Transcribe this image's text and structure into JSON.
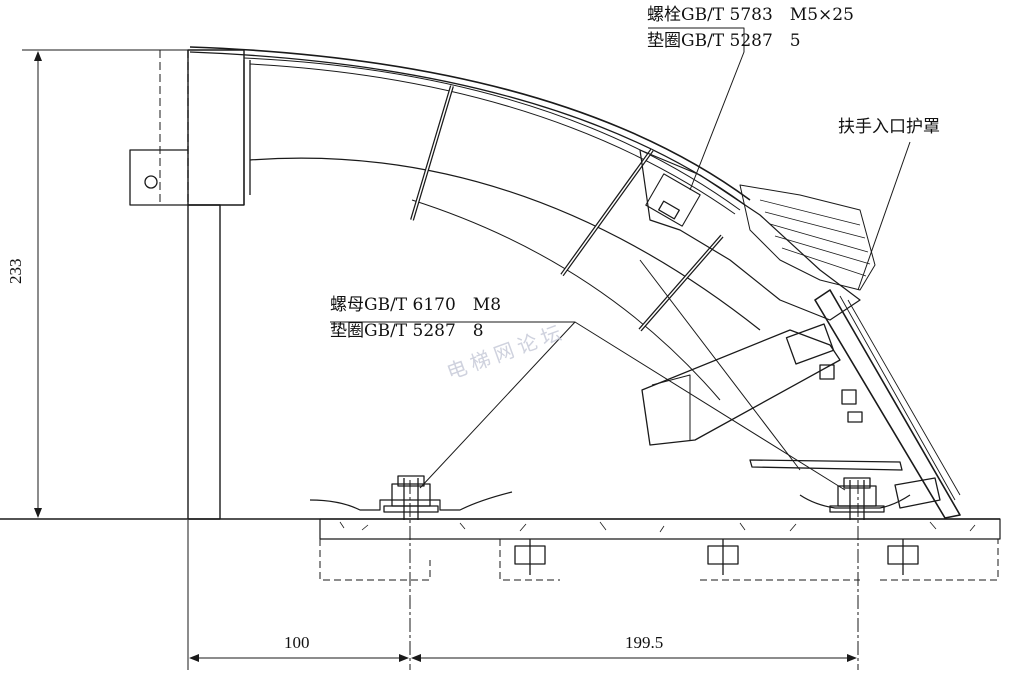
{
  "annotations": {
    "bolt_spec": "螺栓GB/T 5783　M5×25",
    "bolt_washer_spec": "垫圈GB/T 5287　5",
    "handrail_guard": "扶手入口护罩",
    "nut_spec": "螺母GB/T 6170　M8",
    "nut_washer_spec": "垫圈GB/T 5287　8"
  },
  "dimensions": {
    "height": "233",
    "left_width": "100",
    "right_width": "199.5"
  },
  "watermark": "电梯网论坛",
  "colors": {
    "line": "#1a1a1a",
    "background": "#ffffff",
    "watermark": "#c4c7d6"
  }
}
